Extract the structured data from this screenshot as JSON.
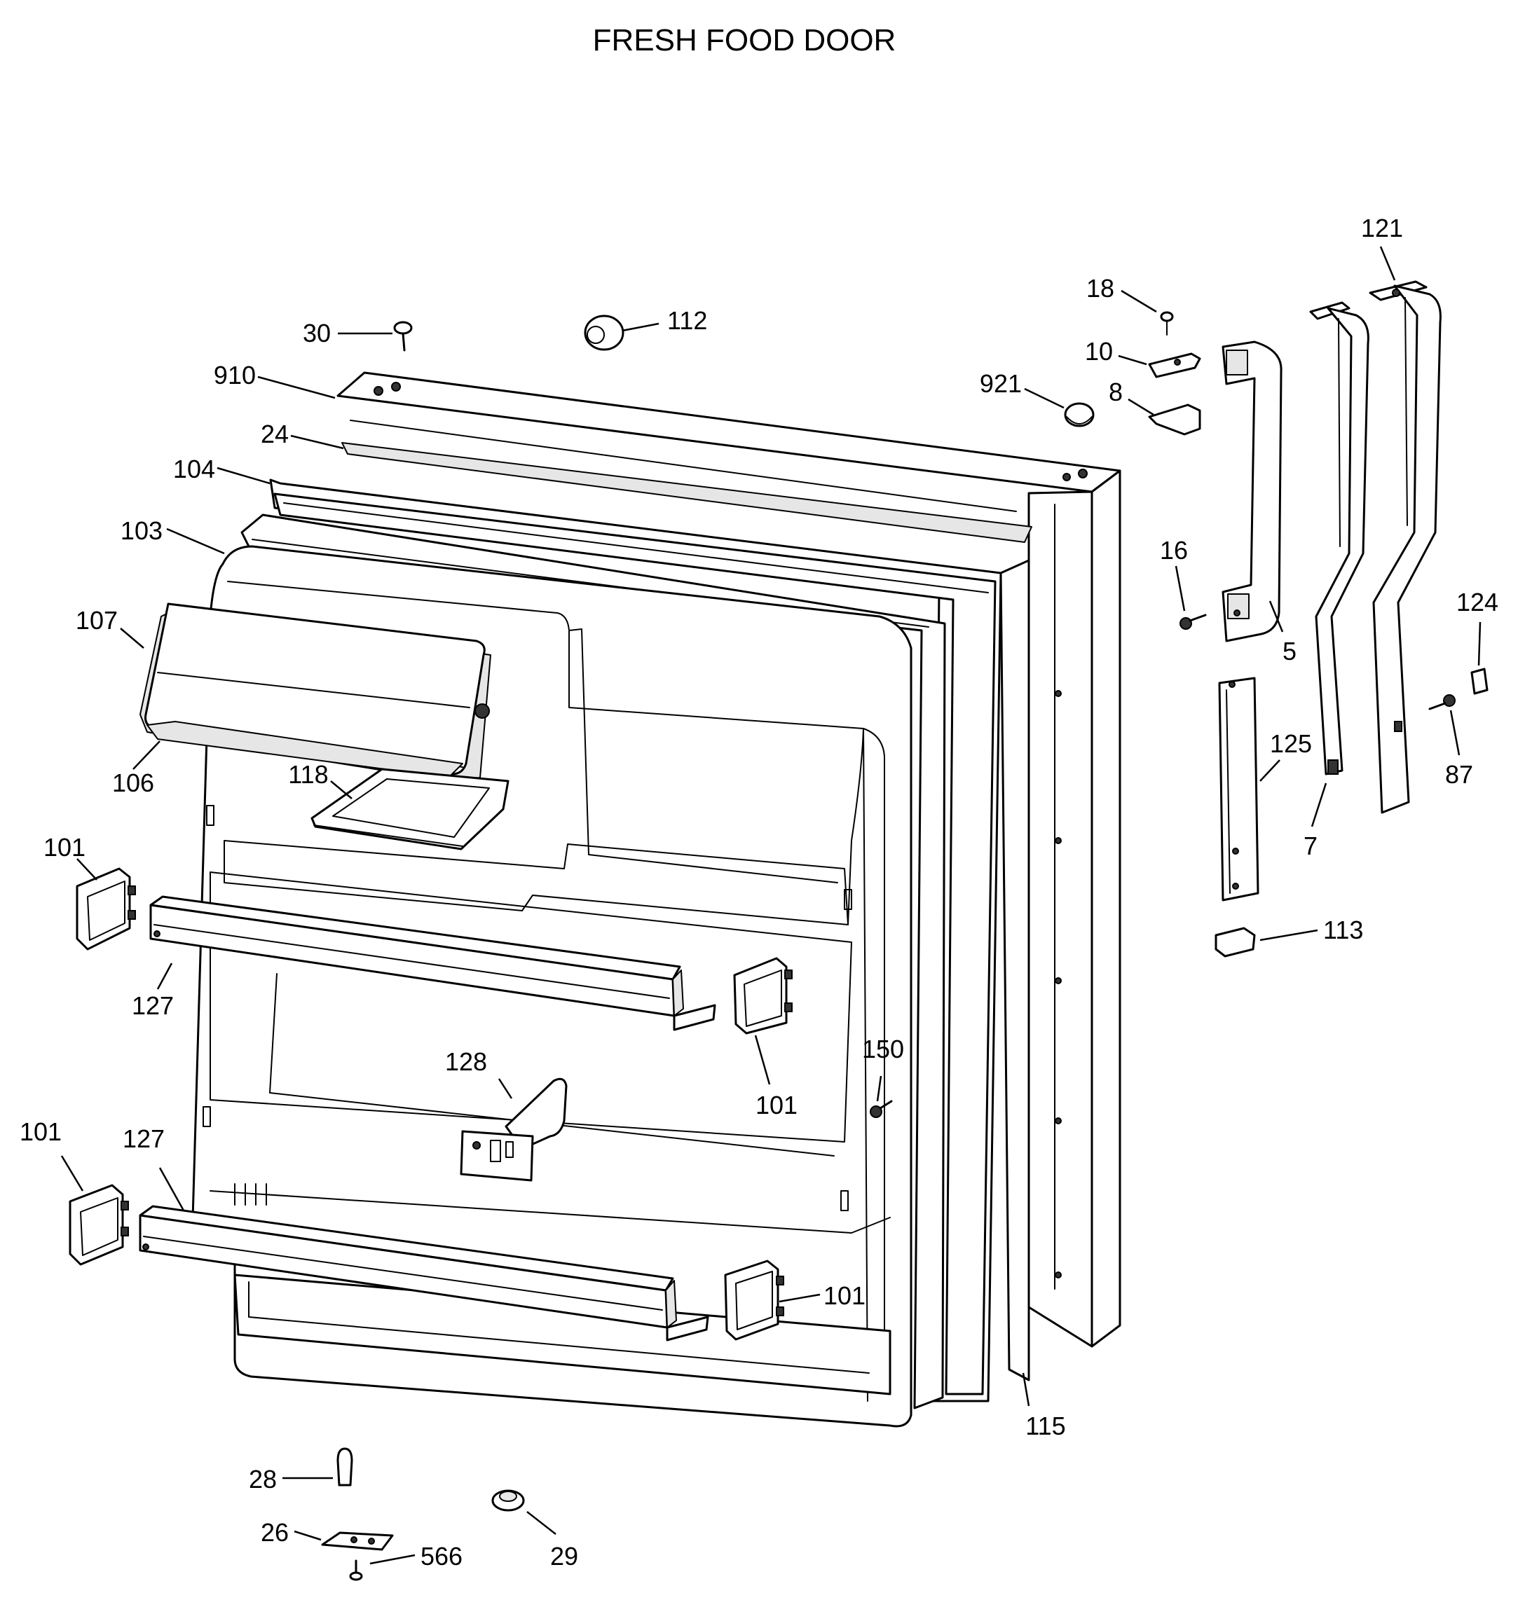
{
  "title": "FRESH FOOD DOOR",
  "callouts": [
    {
      "part": "30"
    },
    {
      "part": "112"
    },
    {
      "part": "910"
    },
    {
      "part": "24"
    },
    {
      "part": "104"
    },
    {
      "part": "103"
    },
    {
      "part": "107"
    },
    {
      "part": "106"
    },
    {
      "part": "118"
    },
    {
      "part": "101"
    },
    {
      "part": "127"
    },
    {
      "part": "128"
    },
    {
      "part": "101"
    },
    {
      "part": "150"
    },
    {
      "part": "101"
    },
    {
      "part": "127"
    },
    {
      "part": "101"
    },
    {
      "part": "28"
    },
    {
      "part": "26"
    },
    {
      "part": "566"
    },
    {
      "part": "29"
    },
    {
      "part": "115"
    },
    {
      "part": "921"
    },
    {
      "part": "18"
    },
    {
      "part": "10"
    },
    {
      "part": "8"
    },
    {
      "part": "16"
    },
    {
      "part": "5"
    },
    {
      "part": "121"
    },
    {
      "part": "124"
    },
    {
      "part": "87"
    },
    {
      "part": "125"
    },
    {
      "part": "7"
    },
    {
      "part": "113"
    }
  ]
}
